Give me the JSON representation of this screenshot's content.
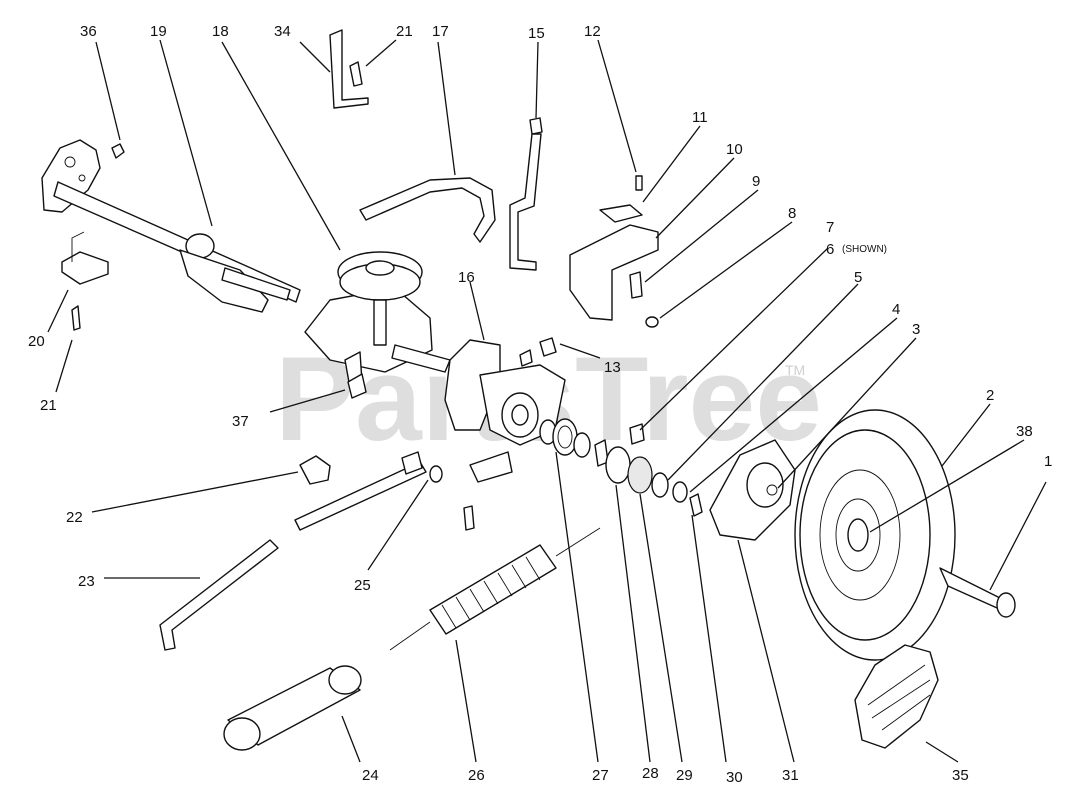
{
  "watermark": {
    "text": "PartsTree",
    "tm": "TM"
  },
  "callouts": [
    {
      "id": "36",
      "text": "36"
    },
    {
      "id": "19",
      "text": "19"
    },
    {
      "id": "18",
      "text": "18"
    },
    {
      "id": "34",
      "text": "34"
    },
    {
      "id": "21a",
      "text": "21"
    },
    {
      "id": "17",
      "text": "17"
    },
    {
      "id": "15",
      "text": "15"
    },
    {
      "id": "12",
      "text": "12"
    },
    {
      "id": "11",
      "text": "11"
    },
    {
      "id": "10",
      "text": "10"
    },
    {
      "id": "9",
      "text": "9"
    },
    {
      "id": "8",
      "text": "8"
    },
    {
      "id": "7",
      "text": "7"
    },
    {
      "id": "6",
      "text": "6"
    },
    {
      "id": "5",
      "text": "5"
    },
    {
      "id": "4",
      "text": "4"
    },
    {
      "id": "3",
      "text": "3"
    },
    {
      "id": "2",
      "text": "2"
    },
    {
      "id": "38",
      "text": "38"
    },
    {
      "id": "1",
      "text": "1"
    },
    {
      "id": "16",
      "text": "16"
    },
    {
      "id": "13",
      "text": "13"
    },
    {
      "id": "20",
      "text": "20"
    },
    {
      "id": "21b",
      "text": "21"
    },
    {
      "id": "37",
      "text": "37"
    },
    {
      "id": "22",
      "text": "22"
    },
    {
      "id": "23",
      "text": "23"
    },
    {
      "id": "25",
      "text": "25"
    },
    {
      "id": "24",
      "text": "24"
    },
    {
      "id": "26",
      "text": "26"
    },
    {
      "id": "27",
      "text": "27"
    },
    {
      "id": "28",
      "text": "28"
    },
    {
      "id": "29",
      "text": "29"
    },
    {
      "id": "30",
      "text": "30"
    },
    {
      "id": "31",
      "text": "31"
    },
    {
      "id": "35",
      "text": "35"
    }
  ],
  "notes": {
    "shown": "(SHOWN)"
  }
}
